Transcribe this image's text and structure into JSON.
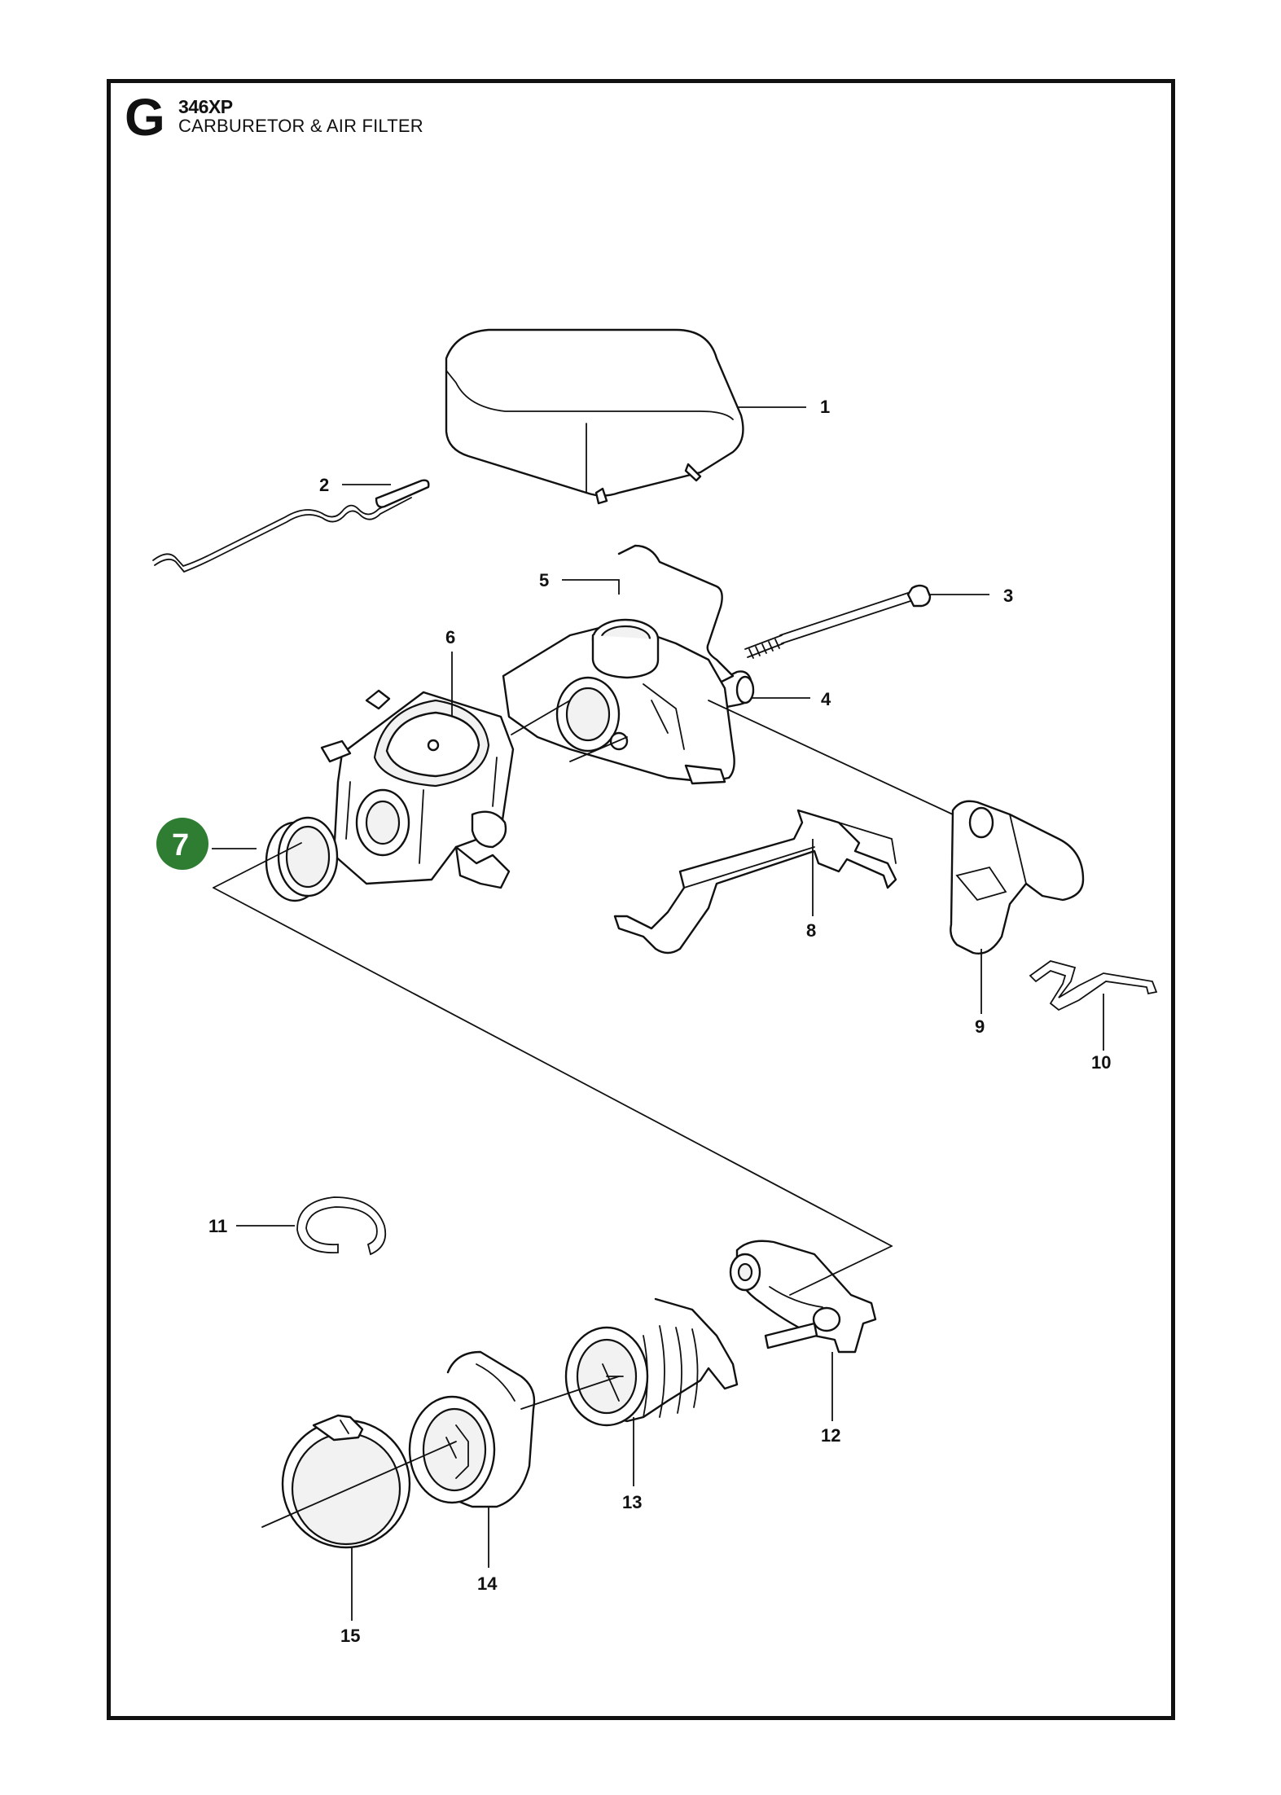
{
  "header": {
    "section_letter": "G",
    "model": "346XP",
    "title": "CARBURETOR & AIR FILTER"
  },
  "highlight_color": "#2e7d32",
  "callouts": [
    {
      "id": "1",
      "text": "1"
    },
    {
      "id": "2",
      "text": "2"
    },
    {
      "id": "3",
      "text": "3"
    },
    {
      "id": "4",
      "text": "4"
    },
    {
      "id": "5",
      "text": "5"
    },
    {
      "id": "6",
      "text": "6"
    },
    {
      "id": "7",
      "text": "7",
      "highlighted": true
    },
    {
      "id": "8",
      "text": "8"
    },
    {
      "id": "9",
      "text": "9"
    },
    {
      "id": "10",
      "text": "10"
    },
    {
      "id": "11",
      "text": "11"
    },
    {
      "id": "12",
      "text": "12"
    },
    {
      "id": "13",
      "text": "13"
    },
    {
      "id": "14",
      "text": "14"
    },
    {
      "id": "15",
      "text": "15"
    }
  ]
}
